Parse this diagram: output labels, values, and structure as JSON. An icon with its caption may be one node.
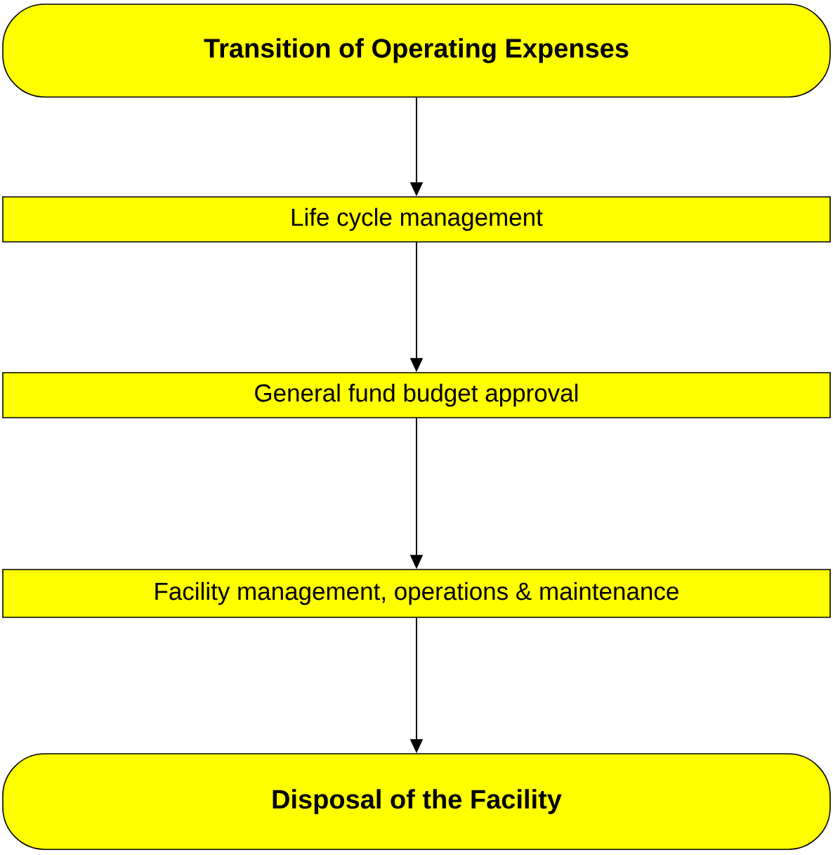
{
  "diagram": {
    "nodes": [
      {
        "text": [
          "**Transition of Operating Expenses**"
        ]
      },
      {
        "text": [
          "Life cycle management"
        ]
      },
      {
        "text": [
          "General fund budget approval"
        ]
      },
      {
        "text": [
          "Facility management, operations & maintenance"
        ]
      },
      {
        "text": [
          "**Disposal of the Facility**"
        ]
      }
    ],
    "edges": [
      {
        "from": 0,
        "to": 1,
        "arrow": "to"
      },
      {
        "from": 1,
        "to": 2,
        "arrow": "to"
      },
      {
        "from": 2,
        "to": 3,
        "arrow": "to"
      },
      {
        "from": 3,
        "to": 4,
        "arrow": "to"
      }
    ]
  }
}
